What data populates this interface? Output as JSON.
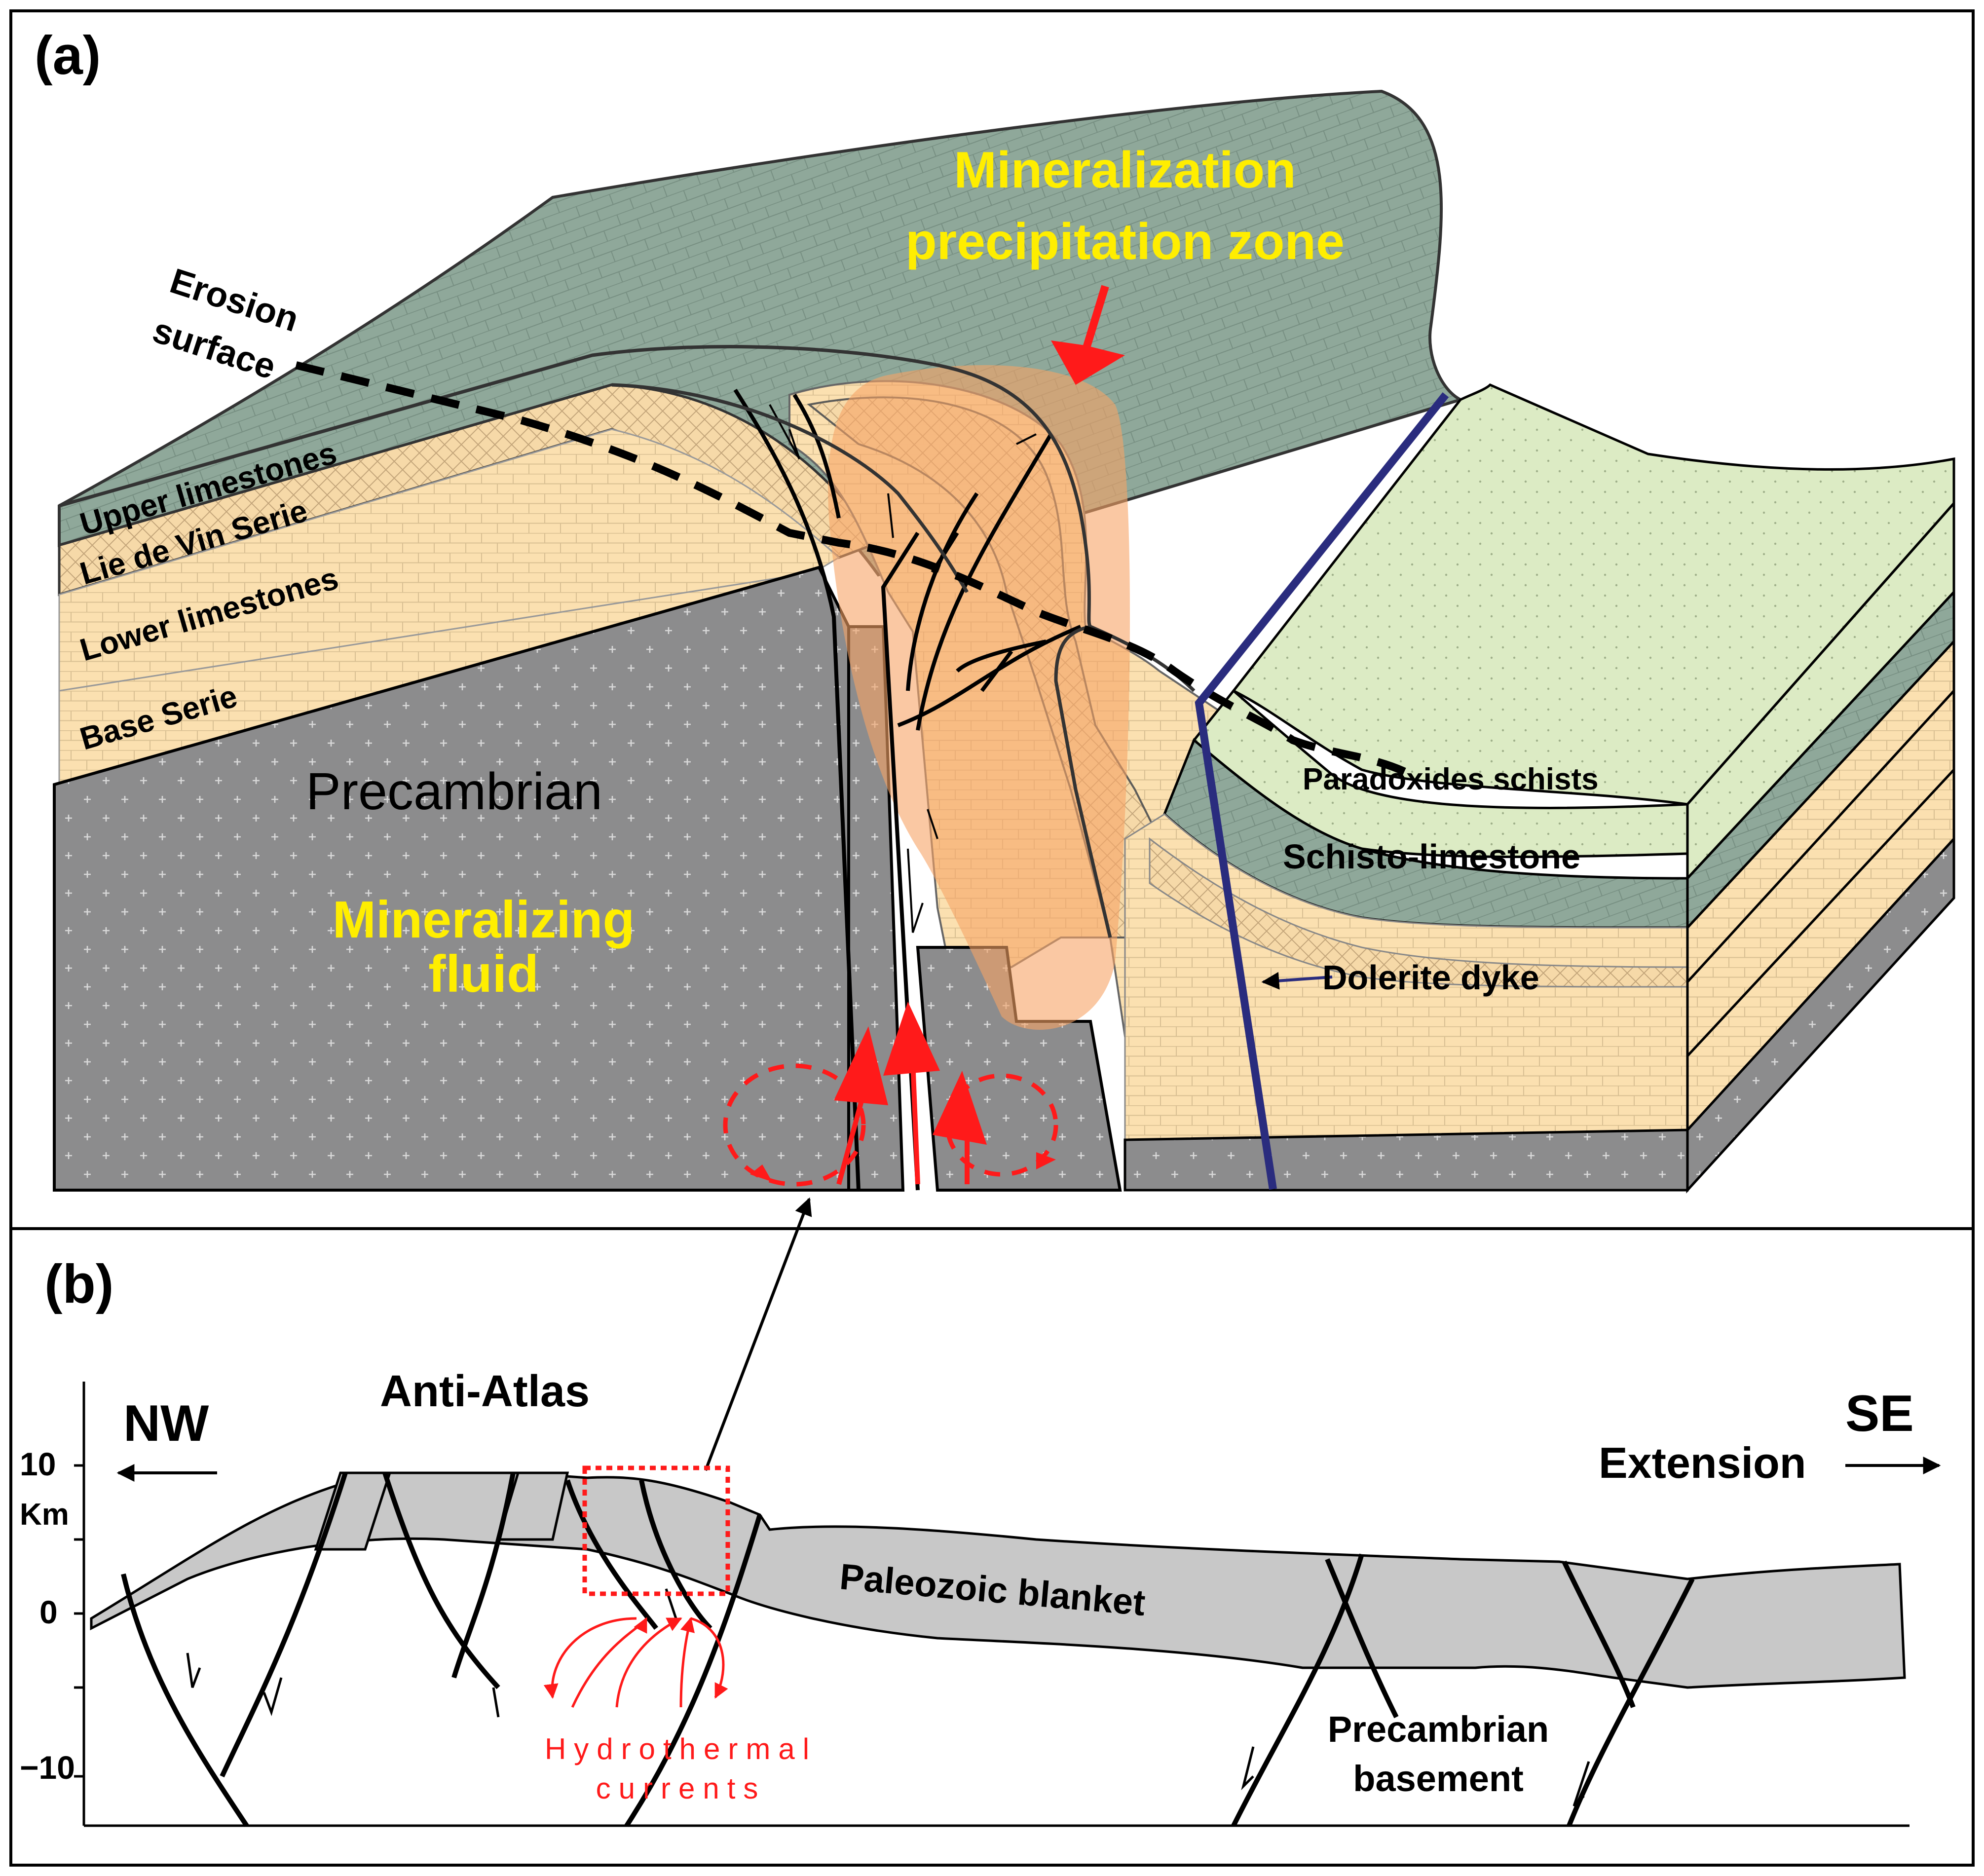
{
  "colors": {
    "green_layer": "#8fa89a",
    "light_green_layer": "#dcebc4",
    "tan_layer": "#fbe0b0",
    "basement_gray": "#8c8c8d",
    "orange_zone": "#f7a366",
    "dyke_blue": "#2a2c7e",
    "red_accent": "#ff1a1a",
    "yellow_label": "#ffee00",
    "blanket_gray": "#c8c8c8"
  },
  "panel_a": {
    "label": "(a)",
    "mineralization_zone_line1": "Mineralization",
    "mineralization_zone_line2": "precipitation zone",
    "erosion_line1": "Erosion",
    "erosion_line2": "surface",
    "upper_limestones": "Upper limestones",
    "lie_de_vin": "Lie de Vin Serie",
    "lower_limestones": "Lower limestones",
    "base_serie": "Base Serie",
    "precambrian": "Precambrian",
    "fluid_line1": "Mineralizing",
    "fluid_line2": "fluid",
    "paradoxides": "Paradoxides schists",
    "schisto": "Schisto-limestone",
    "dolerite": "Dolerite dyke"
  },
  "panel_b": {
    "label": "(b)",
    "anti_atlas": "Anti-Atlas",
    "nw": "NW",
    "se": "SE",
    "extension": "Extension",
    "paleozoic": "Paleozoic blanket",
    "hydro_line1": "Hydrothermal",
    "hydro_line2": "currents",
    "basement_line1": "Precambrian",
    "basement_line2": "basement",
    "axis": {
      "tick_10": "10",
      "unit": "Km",
      "tick_0": "0",
      "tick_neg10": "−10"
    }
  }
}
